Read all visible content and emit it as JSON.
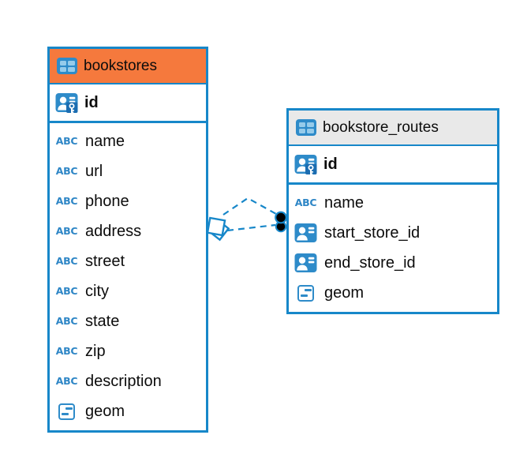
{
  "diagram": {
    "kind": "entity-relationship",
    "background": "#ffffff"
  },
  "colors": {
    "accent_blue": "#1787c9",
    "icon_blue": "#2e8bc9",
    "icon_blue_dark": "#1b6db1",
    "icon_cell_blue": "#96cbea",
    "header_orange": "#f5793d",
    "header_gray": "#e9e9e9",
    "text": "#0c0c0c",
    "endpoint_dot": "#000000"
  },
  "icons": {
    "text_glyph": "ABC",
    "table_icon": "table-icon",
    "primary_key_icon": "primary-key-icon",
    "reference_icon": "reference-type-icon",
    "geometry_icon": "geometry-type-icon"
  },
  "tables": [
    {
      "name": "bookstores",
      "header_style": "orange",
      "primary_key": {
        "label": "id",
        "icon": "primary-key-icon"
      },
      "columns": [
        {
          "label": "name",
          "icon": "text-type-icon"
        },
        {
          "label": "url",
          "icon": "text-type-icon"
        },
        {
          "label": "phone",
          "icon": "text-type-icon"
        },
        {
          "label": "address",
          "icon": "text-type-icon"
        },
        {
          "label": "street",
          "icon": "text-type-icon"
        },
        {
          "label": "city",
          "icon": "text-type-icon"
        },
        {
          "label": "state",
          "icon": "text-type-icon"
        },
        {
          "label": "zip",
          "icon": "text-type-icon"
        },
        {
          "label": "description",
          "icon": "text-type-icon"
        },
        {
          "label": "geom",
          "icon": "geometry-type-icon"
        }
      ]
    },
    {
      "name": "bookstore_routes",
      "header_style": "gray",
      "primary_key": {
        "label": "id",
        "icon": "primary-key-icon"
      },
      "columns": [
        {
          "label": "name",
          "icon": "text-type-icon"
        },
        {
          "label": "start_store_id",
          "icon": "reference-type-icon"
        },
        {
          "label": "end_store_id",
          "icon": "reference-type-icon"
        },
        {
          "label": "geom",
          "icon": "geometry-type-icon"
        }
      ]
    }
  ],
  "relationships": [
    {
      "from": "bookstores",
      "to": "bookstore_routes",
      "line_style": "dashed"
    },
    {
      "from": "bookstores",
      "to": "bookstore_routes",
      "line_style": "dashed"
    }
  ]
}
